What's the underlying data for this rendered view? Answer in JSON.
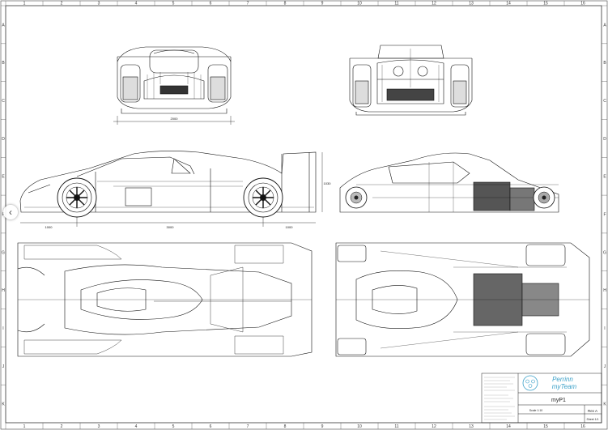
{
  "border": {
    "columns": [
      "1",
      "2",
      "3",
      "4",
      "5",
      "6",
      "7",
      "8",
      "9",
      "10",
      "11",
      "12",
      "13",
      "14",
      "15",
      "16"
    ],
    "rows": [
      "A",
      "B",
      "C",
      "D",
      "E",
      "F",
      "G",
      "H",
      "I",
      "J",
      "K"
    ]
  },
  "dimensions": {
    "front_width": "2000",
    "side_front_overhang": "1000",
    "side_wheelbase": "3000",
    "side_rear_overhang": "1000",
    "side_height": "1030"
  },
  "title_block": {
    "logo_name": "Perrinn",
    "logo_sub": "myTeam",
    "drawing_title": "myP1",
    "revision": "Rev A",
    "scale_label": "Scale 1:10",
    "sheet_label": "Sheet 1/1"
  },
  "nav": {
    "prev_icon": "chevron-left-icon"
  }
}
